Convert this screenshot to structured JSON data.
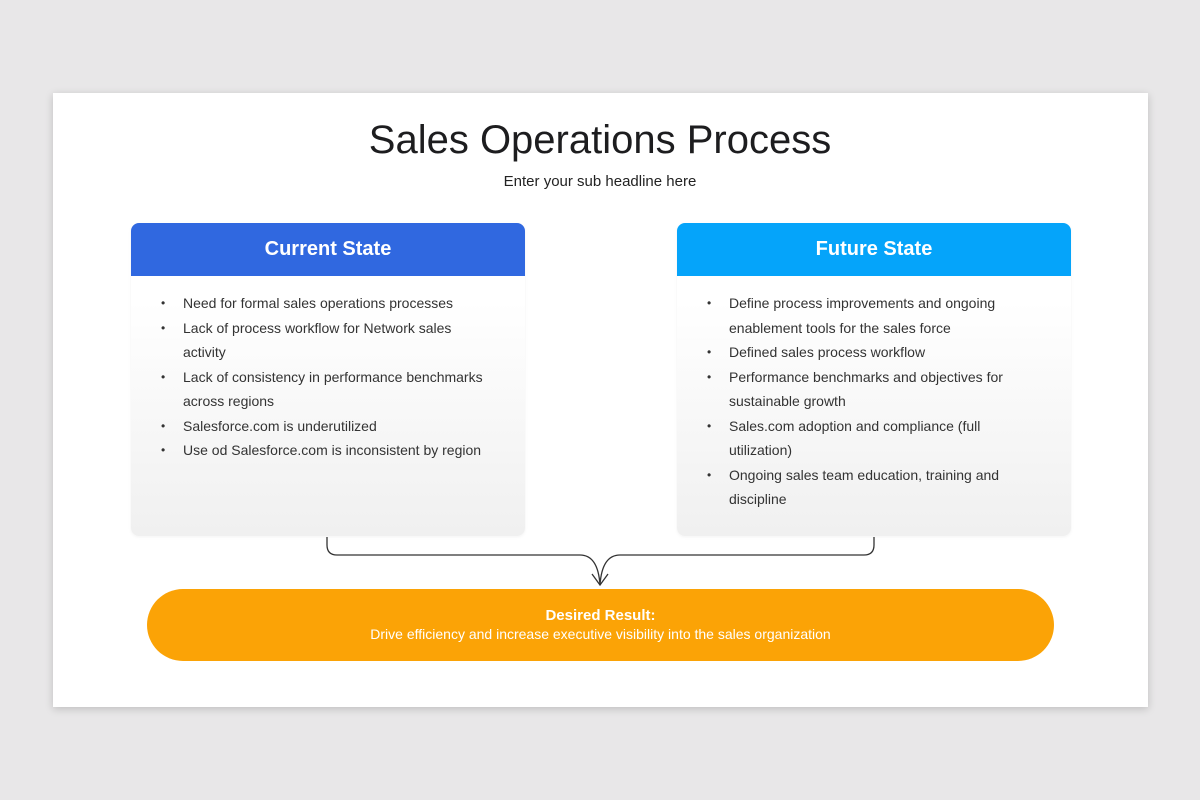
{
  "slide": {
    "title": "Sales Operations Process",
    "subtitle": "Enter your sub headline here"
  },
  "current_state": {
    "heading": "Current State",
    "color": "#3068e0",
    "items": [
      "Need for formal sales operations processes",
      "Lack of process workflow for Network sales activity",
      "Lack of consistency in performance benchmarks across regions",
      "Salesforce.com is underutilized",
      "Use od Salesforce.com is inconsistent by region"
    ]
  },
  "future_state": {
    "heading": "Future State",
    "color": "#05a4fa",
    "items": [
      "Define process improvements and ongoing enablement tools for the sales force",
      "Defined sales process workflow",
      "Performance benchmarks and objectives for sustainable growth",
      "Sales.com adoption and compliance (full utilization)",
      "Ongoing sales team education, training and discipline"
    ]
  },
  "desired_result": {
    "heading": "Desired Result:",
    "text": "Drive efficiency and increase executive visibility into the sales organization",
    "color": "#fba306"
  },
  "bullet_glyph": "•"
}
